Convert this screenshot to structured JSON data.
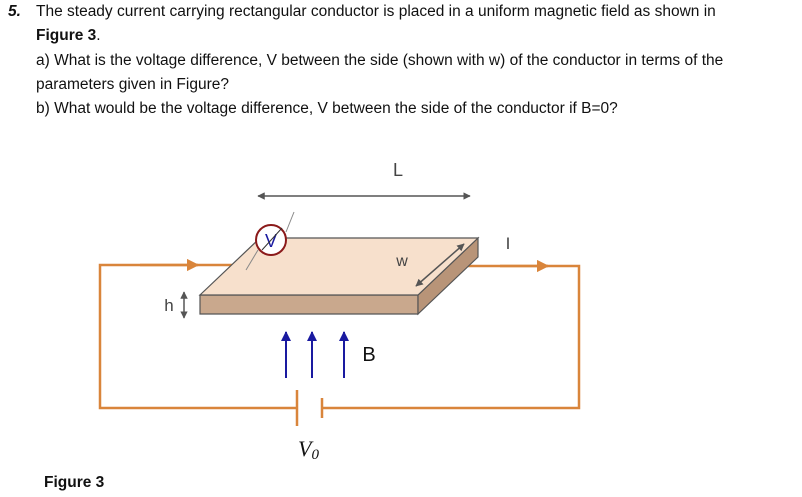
{
  "question": {
    "number": "5.",
    "line1": "The steady current carrying rectangular conductor is placed in a uniform magnetic field as shown in",
    "line2": "Figure 3",
    "line2_suffix": ".",
    "part_a_line1": "a)  What is the voltage difference, V between the side (shown with w) of the conductor in terms of the",
    "part_a_line2": "parameters given in Figure?",
    "part_b": "b)  What would be the voltage difference, V between the side of the conductor if B=0?"
  },
  "figure": {
    "caption": "Figure 3",
    "labels": {
      "length": "L",
      "width": "w",
      "height": "h",
      "current": "I",
      "voltmeter": "V",
      "magnetic_field": "B",
      "source_voltage": "V",
      "source_voltage_subscript": "0"
    },
    "colors": {
      "wire": "#d9853b",
      "slab_top": "#f7e0cc",
      "slab_side": "#c9a88d",
      "slab_edge": "#555555",
      "field_arrows": "#1a1aa0",
      "voltmeter_ring": "#8b1a1a",
      "dimension_arrows": "#555555"
    }
  }
}
